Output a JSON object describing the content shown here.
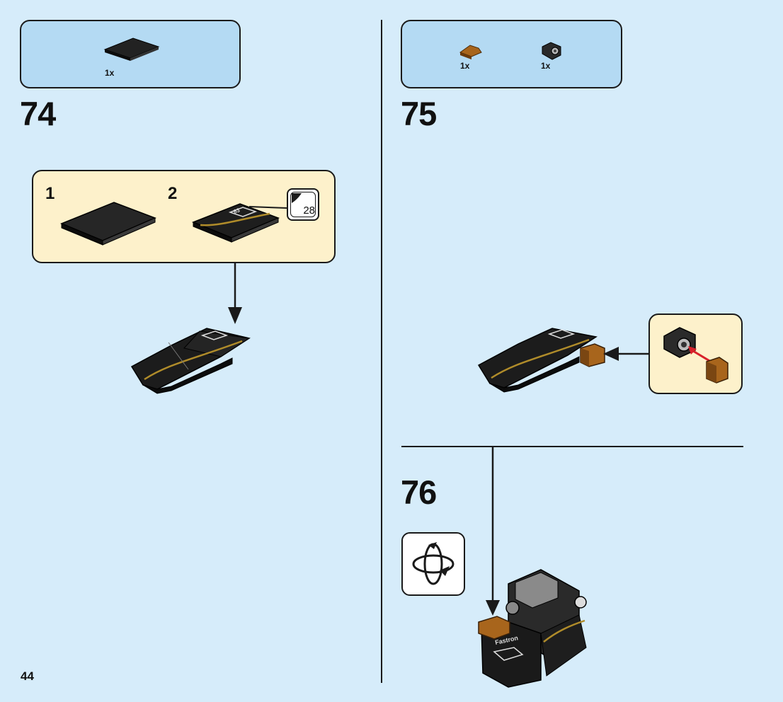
{
  "page": {
    "number": "44"
  },
  "step74": {
    "number": "74",
    "parts": [
      {
        "name": "black-tile-2x4",
        "qty": "1x"
      }
    ],
    "substeps": [
      {
        "number": "1"
      },
      {
        "number": "2",
        "sticker": "28"
      }
    ]
  },
  "step75": {
    "number": "75",
    "parts": [
      {
        "name": "orange-curved-slope",
        "qty": "1x"
      },
      {
        "name": "black-bracket-with-clip",
        "qty": "1x"
      }
    ]
  },
  "step76": {
    "number": "76",
    "icon": "rotate-model-icon"
  },
  "colors": {
    "background": "#d6ecfa",
    "parts_box": "#b4daf3",
    "sub_box": "#fdf1cb",
    "brick_black": "#1e1e1e",
    "stripe_gold": "#b08c2a",
    "orange": "#a8651c",
    "arrow_red": "#d8212a"
  }
}
